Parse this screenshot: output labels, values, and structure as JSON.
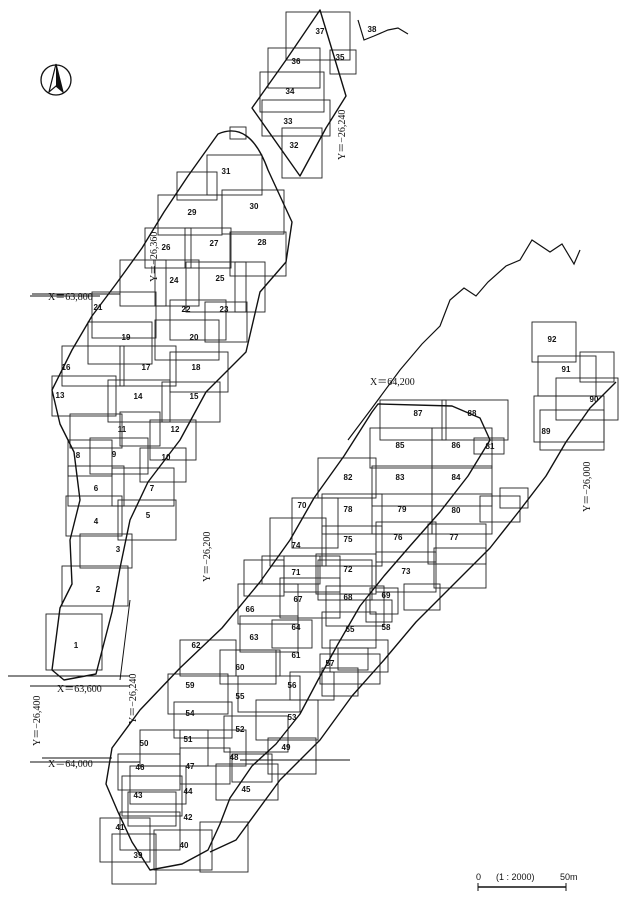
{
  "north_arrow": {
    "letter": "N"
  },
  "coordinates": {
    "x_63800": "X＝63,800",
    "x_63600": "X＝63,600",
    "x_64000": "X＝64,000",
    "x_64200": "X＝64,200",
    "y_26360": "Y＝−26,360",
    "y_26240_top": "Y＝−26,240",
    "y_26200": "Y＝−26,200",
    "y_26240_low": "Y＝−26,240",
    "y_26400": "Y＝−26,400",
    "y_26000": "Y＝−26,000"
  },
  "scale_bar": {
    "left": "0",
    "ratio": "(1 : 2000)",
    "right": "50m"
  },
  "plot_labels": [
    "1",
    "2",
    "3",
    "4",
    "5",
    "6",
    "7",
    "8",
    "9",
    "10",
    "11",
    "12",
    "13",
    "14",
    "15",
    "16",
    "17",
    "18",
    "19",
    "20",
    "21",
    "22",
    "23",
    "24",
    "25",
    "26",
    "27",
    "28",
    "29",
    "30",
    "31",
    "32",
    "33",
    "34",
    "35",
    "36",
    "37",
    "38",
    "39",
    "40",
    "41",
    "42",
    "43",
    "44",
    "45",
    "46",
    "47",
    "48",
    "49",
    "50",
    "51",
    "52",
    "53",
    "54",
    "55",
    "56",
    "57",
    "58",
    "59",
    "60",
    "61",
    "62",
    "63",
    "64",
    "65",
    "66",
    "67",
    "68",
    "69",
    "70",
    "71",
    "72",
    "73",
    "74",
    "75",
    "76",
    "77",
    "78",
    "79",
    "80",
    "81",
    "82",
    "83",
    "84",
    "85",
    "86",
    "87",
    "88",
    "89",
    "90",
    "91",
    "92"
  ]
}
